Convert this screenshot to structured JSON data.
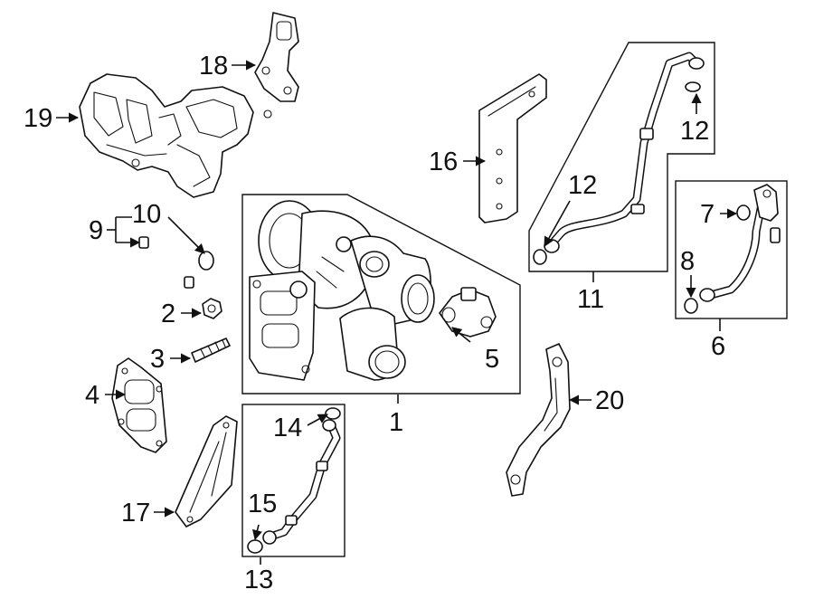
{
  "callouts": {
    "c1": "1",
    "c2": "2",
    "c3": "3",
    "c4": "4",
    "c5": "5",
    "c6": "6",
    "c7": "7",
    "c8": "8",
    "c9": "9",
    "c10": "10",
    "c11": "11",
    "c12a": "12",
    "c12b": "12",
    "c13": "13",
    "c14": "14",
    "c15": "15",
    "c16": "16",
    "c17": "17",
    "c18": "18",
    "c19": "19",
    "c20": "20"
  },
  "colors": {
    "line": "#111111",
    "background": "#ffffff"
  }
}
